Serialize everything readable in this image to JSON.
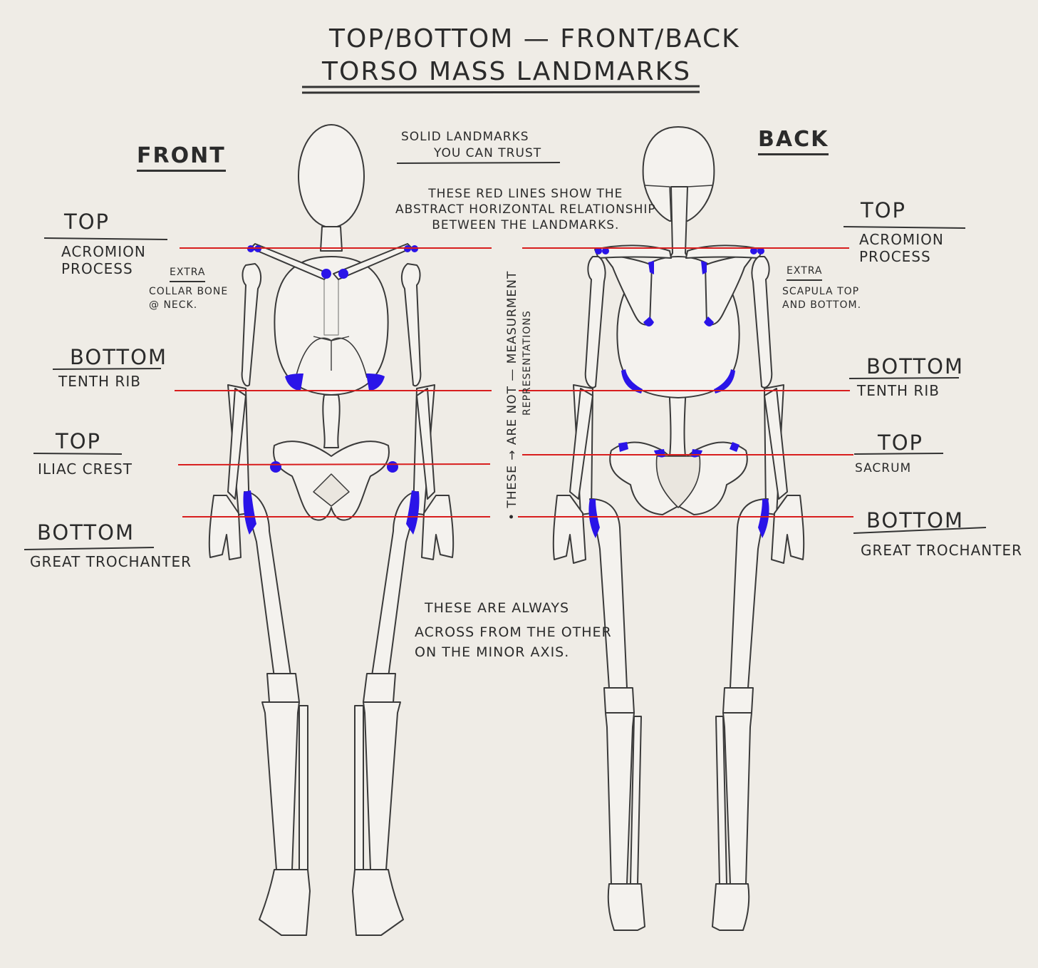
{
  "title": {
    "line1": "TOP/BOTTOM — FRONT/BACK",
    "line2": "TORSO MASS LANDMARKS"
  },
  "front": {
    "heading": "FRONT",
    "labels": [
      {
        "tb": "TOP",
        "name": [
          "ACROMION",
          "PROCESS"
        ]
      },
      {
        "tb": "BOTTOM",
        "name": [
          "TENTH RIB"
        ]
      },
      {
        "tb": "TOP",
        "name": [
          "ILIAC CREST"
        ]
      },
      {
        "tb": "BOTTOM",
        "name": [
          "GREAT TROCHANTER"
        ]
      }
    ],
    "extra": {
      "title": "EXTRA",
      "lines": [
        "COLLAR BONE",
        "@ NECK."
      ]
    }
  },
  "back": {
    "heading": "BACK",
    "labels": [
      {
        "tb": "TOP",
        "name": [
          "ACROMION",
          "PROCESS"
        ]
      },
      {
        "tb": "BOTTOM",
        "name": [
          "TENTH RIB"
        ]
      },
      {
        "tb": "TOP",
        "name": [
          "SACRUM"
        ]
      },
      {
        "tb": "BOTTOM",
        "name": [
          "GREAT TROCHANTER"
        ]
      }
    ],
    "extra": {
      "title": "EXTRA",
      "lines": [
        "SCAPULA TOP",
        "AND BOTTOM."
      ]
    }
  },
  "notes": {
    "solid": [
      "SOLID LANDMARKS",
      "YOU CAN TRUST"
    ],
    "red_lines": [
      "THESE RED LINES SHOW THE",
      "ABSTRACT HORIZONTAL RELATIONSHIP",
      "BETWEEN THE LANDMARKS."
    ],
    "vertical_main": "• THESE → ARE NOT — MEASURMENT",
    "vertical_sub": "REPRESENTATIONS",
    "minor_axis": [
      "THESE ARE ALWAYS",
      "ACROSS FROM THE OTHER",
      "ON THE MINOR AXIS."
    ]
  },
  "colors": {
    "paper": "#efece6",
    "ink": "#2b2b2b",
    "bone_fill": "#f4f2ee",
    "bone_stroke": "#3a3a3a",
    "guide_line": "#d81e1e",
    "landmark": "#2a14e8"
  }
}
